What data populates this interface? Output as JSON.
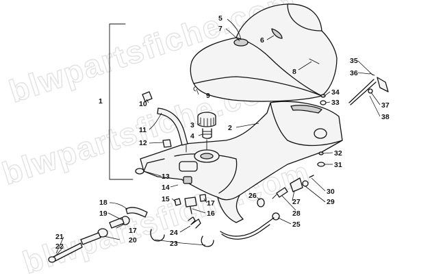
{
  "watermark": {
    "text": "blwpartsfiche.com"
  },
  "callouts": {
    "c1": "1",
    "c2": "2",
    "c3": "3",
    "c4": "4",
    "c5": "5",
    "c6": "6",
    "c7": "7",
    "c8": "8",
    "c9": "9",
    "c10": "10",
    "c11": "11",
    "c12": "12",
    "c13": "13",
    "c14": "14",
    "c15": "15",
    "c16": "16",
    "c17a": "17",
    "c17b": "17",
    "c18": "18",
    "c19": "19",
    "c20": "20",
    "c21": "21",
    "c22": "22",
    "c23": "23",
    "c24": "24",
    "c25": "25",
    "c26": "26",
    "c27": "27",
    "c28": "28",
    "c29": "29",
    "c30": "30",
    "c31": "31",
    "c32": "32",
    "c33": "33",
    "c34": "34",
    "c35": "35",
    "c36": "36",
    "c37": "37",
    "c38": "38"
  },
  "colors": {
    "line": "#111111",
    "watermark": "#e2e2e2",
    "background": "#ffffff"
  }
}
